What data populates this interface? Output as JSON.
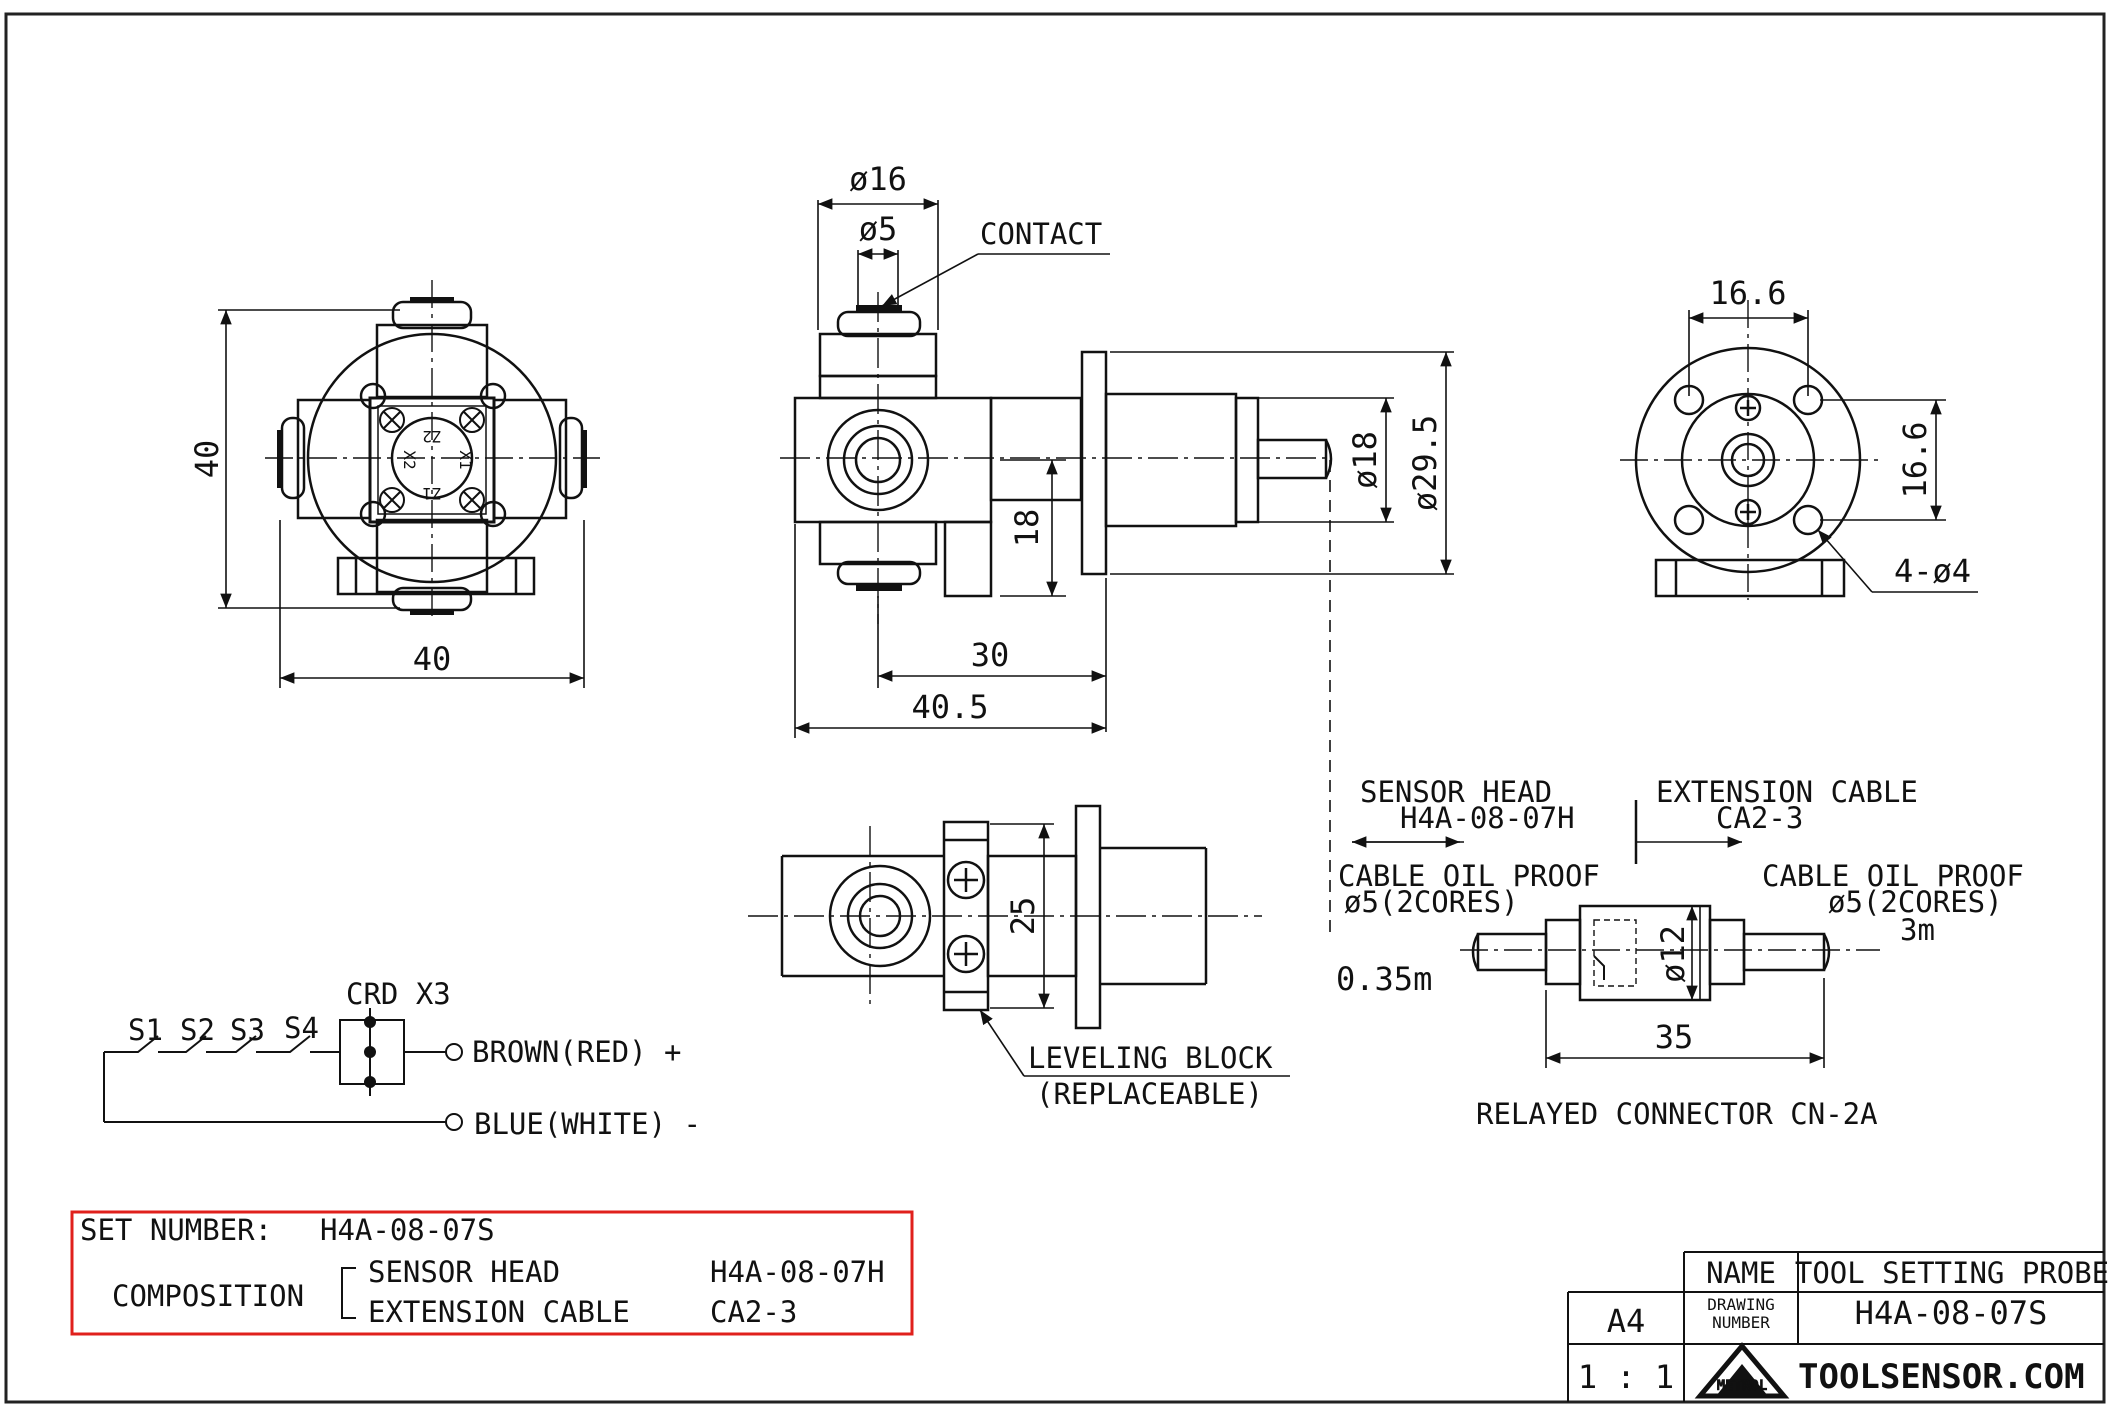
{
  "front_view": {
    "height_dim": "40",
    "width_dim": "40",
    "face_marks": [
      "X1",
      "X2",
      "Z1",
      "Z2"
    ]
  },
  "side_view": {
    "dia_outer": "ø16",
    "dia_contact": "ø5",
    "contact_label": "CONTACT",
    "dim_18": "18",
    "dim_30": "30",
    "dim_40_5": "40.5",
    "dia_18": "ø18",
    "dia_29_5": "ø29.5"
  },
  "end_view": {
    "dim_h": "16.6",
    "dim_v": "16.6",
    "holes": "4-ø4"
  },
  "bottom_view": {
    "dim_25": "25",
    "leveling_label": "LEVELING BLOCK",
    "leveling_sub": "(REPLACEABLE)"
  },
  "circuit": {
    "crd_label": "CRD X3",
    "switches": [
      "S1",
      "S2",
      "S3",
      "S4"
    ],
    "brown": "BROWN(RED) +",
    "blue": "BLUE(WHITE) -"
  },
  "cable": {
    "sensor_head_label": "SENSOR HEAD",
    "sensor_head_code": "H4A-08-07H",
    "ext_cable_label": "EXTENSION CABLE",
    "ext_cable_code": "CA2-3",
    "left_cable": "CABLE OIL PROOF",
    "left_cores": "ø5(2CORES)",
    "left_len": "0.35m",
    "right_cable": "CABLE OIL PROOF",
    "right_cores": "ø5(2CORES)",
    "right_len": "3m",
    "dia_12": "ø12",
    "dim_35": "35",
    "connector_label": "RELAYED CONNECTOR CN-2A"
  },
  "set_box": {
    "set_number_label": "SET NUMBER:",
    "set_number": "H4A-08-07S",
    "composition": "COMPOSITION",
    "items": [
      {
        "name": "SENSOR HEAD",
        "code": "H4A-08-07H"
      },
      {
        "name": "EXTENSION CABLE",
        "code": "CA2-3"
      }
    ],
    "border_color": "#e0201c"
  },
  "title_block": {
    "name_label": "NAME",
    "name_value": "TOOL SETTING PROBE",
    "drawing_label_1": "DRAWING",
    "drawing_label_2": "NUMBER",
    "drawing_value": "H4A-08-07S",
    "paper": "A4",
    "scale": "1 : 1",
    "logo_text": "METROL",
    "website": "TOOLSENSOR.COM"
  }
}
